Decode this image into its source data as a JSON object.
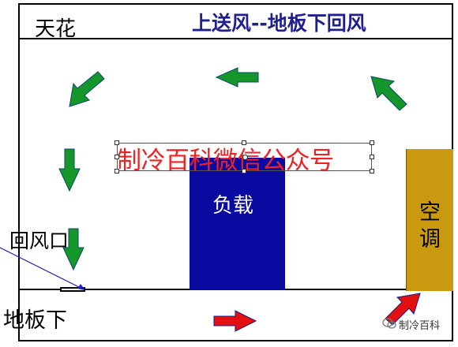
{
  "title": "上送风--地板下回风",
  "labels": {
    "ceiling": "天花",
    "return_vent": "回风口",
    "underfloor": "地板下",
    "load": "负载",
    "ac_line1": "空",
    "ac_line2": "调"
  },
  "watermark": "制冷百科微信公众号",
  "logo_text": "制冷百科",
  "colors": {
    "supply_arrow": "#14962a",
    "return_arrow": "#e21010",
    "load": "#0a0aa0",
    "ac_unit": "#c99a10",
    "title": "#1f1f8f"
  }
}
